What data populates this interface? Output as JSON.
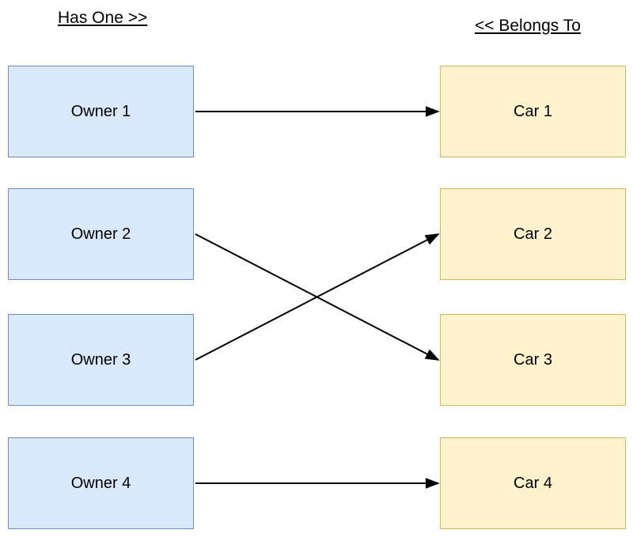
{
  "headers": {
    "left": "Has One >>",
    "right": "<< Belongs To"
  },
  "nodes": [
    {
      "id": "owner-1",
      "label": "Owner 1",
      "type": "owner",
      "row": 1
    },
    {
      "id": "owner-2",
      "label": "Owner 2",
      "type": "owner",
      "row": 2
    },
    {
      "id": "owner-3",
      "label": "Owner 3",
      "type": "owner",
      "row": 3
    },
    {
      "id": "owner-4",
      "label": "Owner 4",
      "type": "owner",
      "row": 4
    },
    {
      "id": "car-1",
      "label": "Car 1",
      "type": "car",
      "row": 1
    },
    {
      "id": "car-2",
      "label": "Car 2",
      "type": "car",
      "row": 2
    },
    {
      "id": "car-3",
      "label": "Car 3",
      "type": "car",
      "row": 3
    },
    {
      "id": "car-4",
      "label": "Car 4",
      "type": "car",
      "row": 4
    }
  ],
  "connections": [
    {
      "from": "owner-1",
      "to": "car-1"
    },
    {
      "from": "owner-2",
      "to": "car-3"
    },
    {
      "from": "owner-3",
      "to": "car-2"
    },
    {
      "from": "owner-4",
      "to": "car-4"
    }
  ],
  "colors": {
    "owner_fill": "#dae8fc",
    "owner_border": "#6c8ebf",
    "car_fill": "#fff2cc",
    "car_border": "#d6b656",
    "arrow": "#000000",
    "text": "#000000",
    "background": "#ffffff"
  }
}
